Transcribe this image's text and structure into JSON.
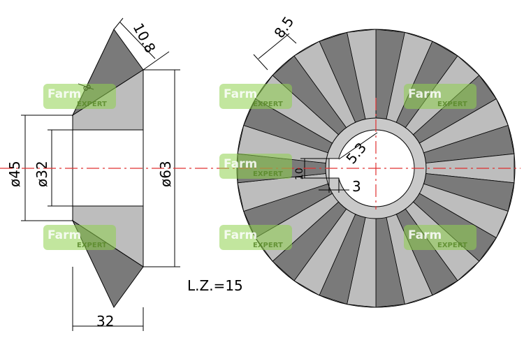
{
  "dimensions": {
    "face_width": "10.8",
    "small_face": "8",
    "bore_dia": "ø32",
    "hub_dia": "ø45",
    "outer_dia": "ø63",
    "length": "32",
    "tooth_pitch": "8.5",
    "keyway_depth": "5.3",
    "keyway_width": "10",
    "keyway_offset": "3"
  },
  "note": "L.Z.=15",
  "watermark": {
    "brand": "Farm",
    "sub": "EXPERT"
  },
  "gear": {
    "teeth": 15,
    "color_dark": "#7a7a7a",
    "color_light": "#bdbdbd",
    "hub_color": "#c9c9c9"
  },
  "axis_color": "#e03030"
}
